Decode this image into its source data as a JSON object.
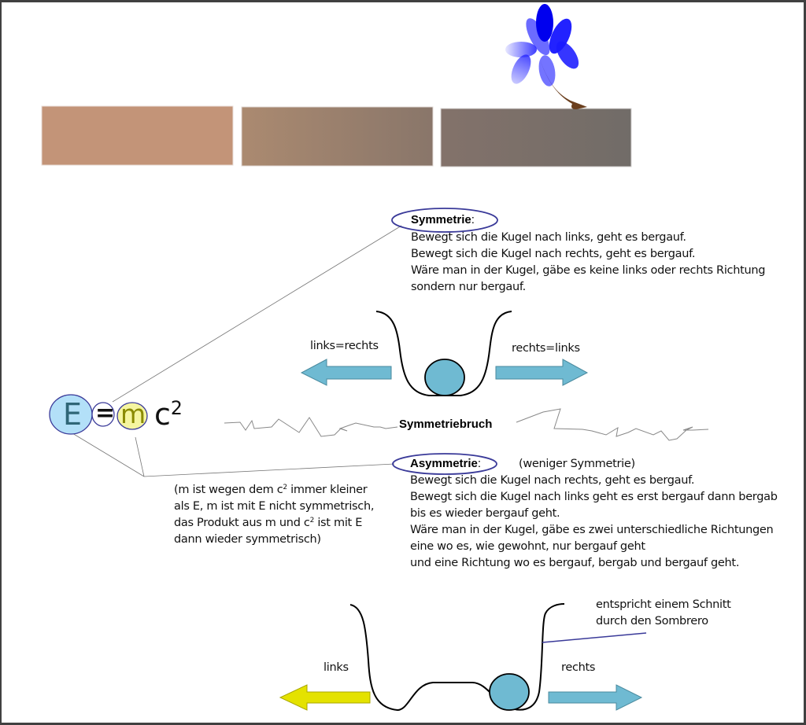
{
  "colors": {
    "brick_1": "#c39478",
    "brick_2_start": "#ab8a70",
    "brick_2_end": "#89766a",
    "brick_3_start": "#83726a",
    "brick_3_end": "#716c68",
    "petal_blue": "#0000ee",
    "stem_brown": "#6b3f1e",
    "ball_blue": "#6fbad2",
    "arrow_blue": "#6fbad2",
    "arrow_yellow": "#e4e200",
    "ellipse_outline": "#3a3a99",
    "e_fill": "#b3e0f8",
    "m_fill": "#f5f5a0"
  },
  "equation": {
    "E": "E",
    "equals": "=",
    "m": "m",
    "c": "c",
    "exponent": "2"
  },
  "symmetry": {
    "heading": "Symmetrie",
    "colon": ":",
    "lines": [
      "Bewegt sich die Kugel nach links, geht es bergauf.",
      "Bewegt sich die Kugel nach rechts, geht es bergauf.",
      "Wäre man in der Kugel, gäbe es keine links oder rechts Richtung",
      "sondern nur bergauf."
    ],
    "left_label": "links=rechts",
    "right_label": "rechts=links"
  },
  "breaking": {
    "label": "Symmetriebruch"
  },
  "asymmetry": {
    "heading": "Asymmetrie",
    "colon": ":",
    "subtitle": "(weniger Symmetrie)",
    "lines": [
      "Bewegt sich die Kugel nach rechts, geht es bergauf.",
      "Bewegt sich die Kugel nach links geht es erst bergauf dann bergab",
      "bis es wieder bergauf geht.",
      "Wäre man in der Kugel, gäbe es zwei unterschiedliche Richtungen",
      "eine wo es, wie gewohnt, nur bergauf geht",
      "und eine Richtung wo es bergauf, bergab und bergauf geht."
    ],
    "left_label": "links",
    "right_label": "rechts",
    "annotation_lines": [
      "entspricht einem Schnitt",
      "durch den Sombrero"
    ]
  },
  "mass_note": {
    "line1_pre": "(m ist wegen dem c",
    "line1_sup": "2",
    "line1_post": " immer kleiner",
    "line2": "als E, m ist mit E nicht symmetrisch,",
    "line3_pre": "das Produkt aus m und c",
    "line3_sup": "2",
    "line3_post": " ist mit E",
    "line4": "dann wieder symmetrisch)"
  }
}
